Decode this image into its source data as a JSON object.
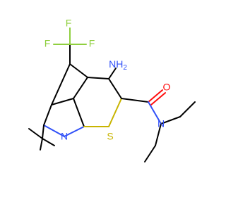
{
  "molecule": {
    "atoms": {
      "f_top_left": "F",
      "f_top_right": "F",
      "f_left": "F",
      "amine": "NH",
      "amine_sub": "2",
      "oxygen": "O",
      "amide_n": "N",
      "ring_n": "N",
      "sulfur": "S"
    },
    "colors": {
      "carbon": "#000000",
      "nitrogen": "#3050f8",
      "oxygen": "#ff0d0d",
      "fluorine": "#8fcf3f",
      "sulfur": "#c8b400"
    }
  }
}
